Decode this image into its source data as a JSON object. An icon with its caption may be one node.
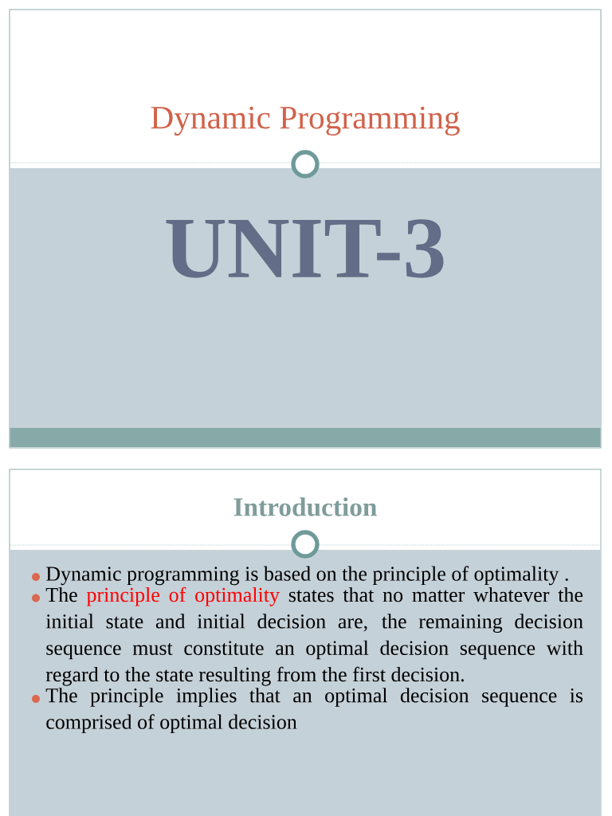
{
  "diagram": {
    "nodes": [
      {
        "text": [
          "Dynamic Programming"
        ]
      },
      {
        "text": [
          "UNIT-3"
        ],
        "in": 0
      },
      {
        "text": [
          "Introduction"
        ]
      },
      {
        "text": [
          "Dynamic programming is based on the principle of optimality .",
          "The **principle of optimality** states that no matter whatever the initial state and initial decision are, the remaining decision sequence must constitute an optimal decision sequence with regard to the state resulting from the first decision.",
          "The principle implies that an optimal decision sequence is comprised of optimal decision"
        ],
        "in": 2
      }
    ]
  }
}
